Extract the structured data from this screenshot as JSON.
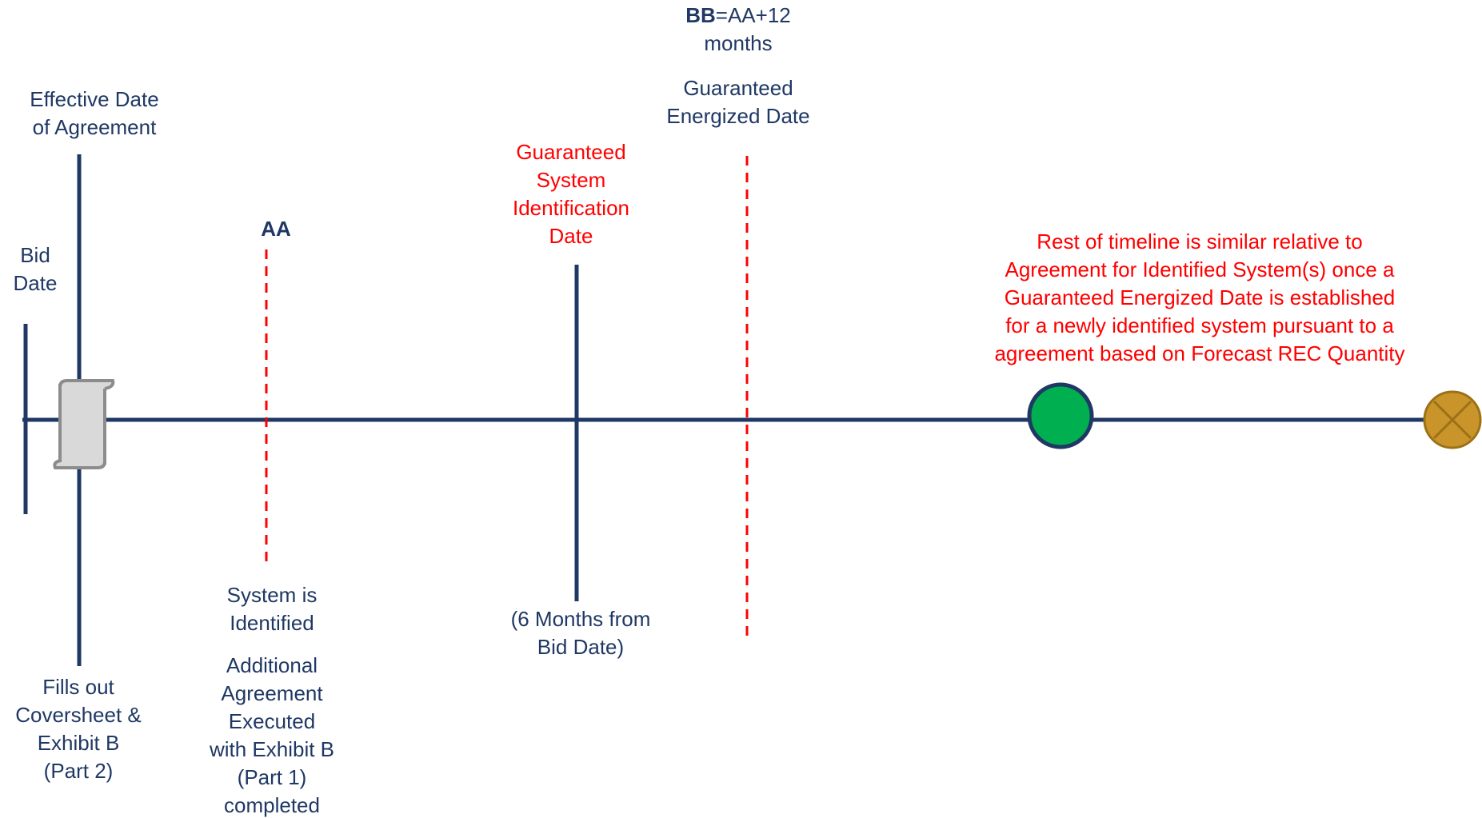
{
  "colors": {
    "timeline": "#1f3864",
    "dashed": "#ff0000",
    "green_marker": "#00b050",
    "end_marker": "#c9952a",
    "text_blue": "#1f3864",
    "text_red": "#ff0000"
  },
  "labels": {
    "bb_bold": "BB",
    "bb_rest": "=AA+12",
    "bb_line2": "months",
    "guaranteed_energized": [
      "Guaranteed",
      "Energized Date"
    ],
    "effective_date": [
      "Effective Date",
      "of Agreement"
    ],
    "bid_date": [
      "Bid",
      "Date"
    ],
    "aa": "AA",
    "guaranteed_system_identification": [
      "Guaranteed",
      "System",
      "Identification",
      "Date"
    ],
    "rest_of_timeline": [
      "Rest of timeline is similar relative to",
      "Agreement for Identified System(s) once a",
      "Guaranteed Energized Date is established",
      "for a newly identified system pursuant to a",
      "agreement based on Forecast REC Quantity"
    ],
    "system_identified": [
      "System is",
      "Identified"
    ],
    "additional_agreement": [
      "Additional",
      "Agreement",
      "Executed",
      "with Exhibit B",
      "(Part 1)",
      "completed"
    ],
    "six_months": [
      "(6 Months from",
      "Bid Date)"
    ],
    "fills_out": [
      "Fills out",
      "Coversheet &",
      "Exhibit B",
      "(Part 2)"
    ]
  },
  "icons": {
    "document": "scroll-document-icon",
    "milestone": "green-circle-icon",
    "end": "crossed-circle-icon"
  }
}
